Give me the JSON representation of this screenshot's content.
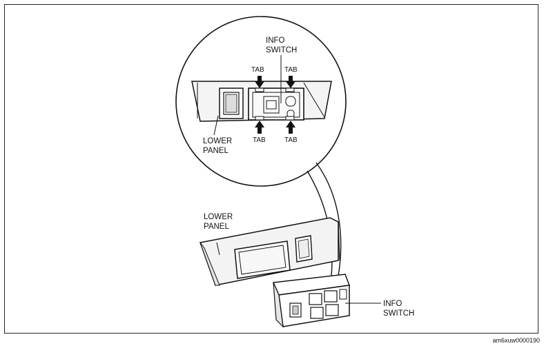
{
  "labels": {
    "info_switch_top_line1": "INFO",
    "info_switch_top_line2": "SWITCH",
    "tab_top_left": "TAB",
    "tab_top_right": "TAB",
    "tab_bottom_left": "TAB",
    "tab_bottom_right": "TAB",
    "lower_panel_detail_line1": "LOWER",
    "lower_panel_detail_line2": "PANEL",
    "lower_panel_main_line1": "LOWER",
    "lower_panel_main_line2": "PANEL",
    "info_switch_main_line1": "INFO",
    "info_switch_main_line2": "SWITCH"
  },
  "figure_code": "am6xuw0000190"
}
